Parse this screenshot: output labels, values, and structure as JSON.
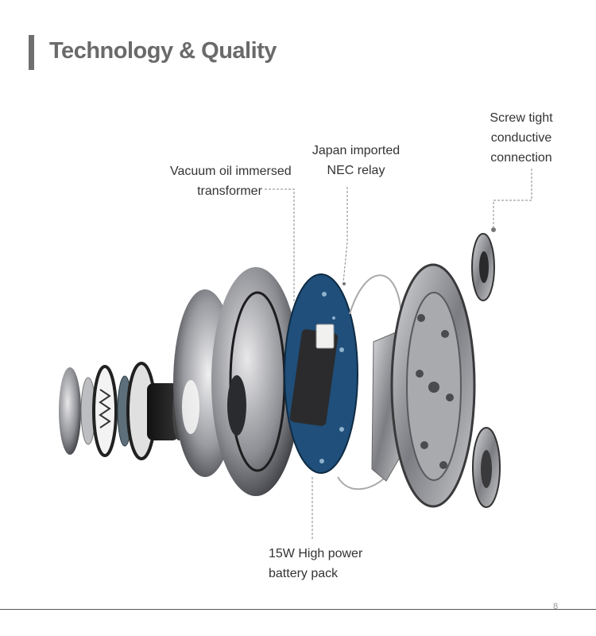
{
  "header": {
    "title": "Technology & Quality"
  },
  "callouts": {
    "transformer": [
      "Vacuum oil immersed",
      "transformer"
    ],
    "relay": [
      "Japan imported",
      "NEC relay"
    ],
    "screw": [
      "Screw tight",
      "conductive",
      "connection"
    ],
    "battery": [
      "15W High power",
      "battery pack"
    ]
  },
  "footer": {
    "page_number": "8"
  },
  "colors": {
    "title": "#6a6a6a",
    "accent_bar": "#6f6f6f",
    "pcb": "#1f4f7a"
  }
}
